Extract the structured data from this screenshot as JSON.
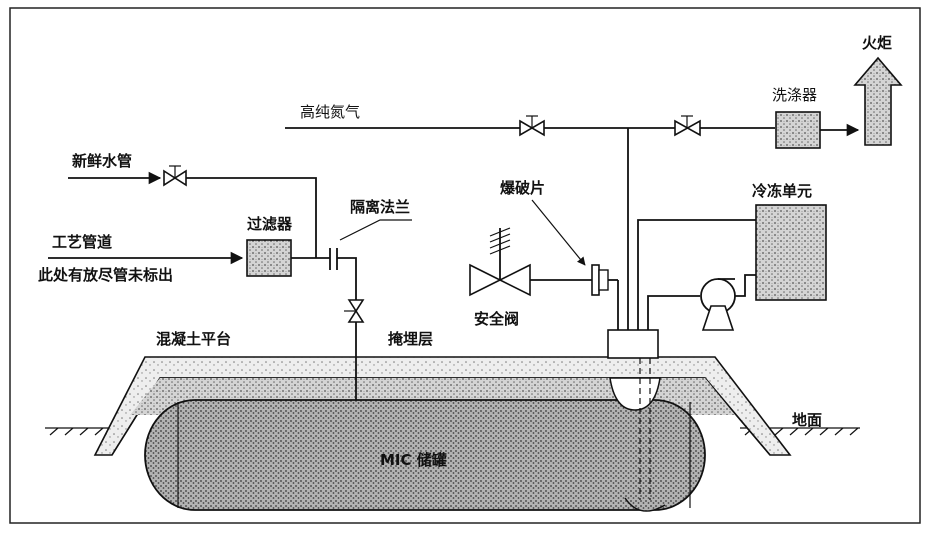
{
  "labels": {
    "torch": "火炬",
    "scrubber": "洗涤器",
    "high_purity_nitrogen": "高纯氮气",
    "fresh_water_pipe": "新鲜水管",
    "isolation_flange": "隔离法兰",
    "rupture_disc": "爆破片",
    "refrigeration_unit": "冷冻单元",
    "filter": "过滤器",
    "process_pipeline": "工艺管道",
    "drain_note": "此处有放尽管未标出",
    "safety_valve": "安全阀",
    "concrete_platform": "混凝土平台",
    "burial_layer": "掩埋层",
    "ground": "地面",
    "tank": "MIC 储罐"
  },
  "colors": {
    "line": "#111111",
    "stipple_fill": "#bdbdbd",
    "tank_fill": "#a9a9a9"
  }
}
